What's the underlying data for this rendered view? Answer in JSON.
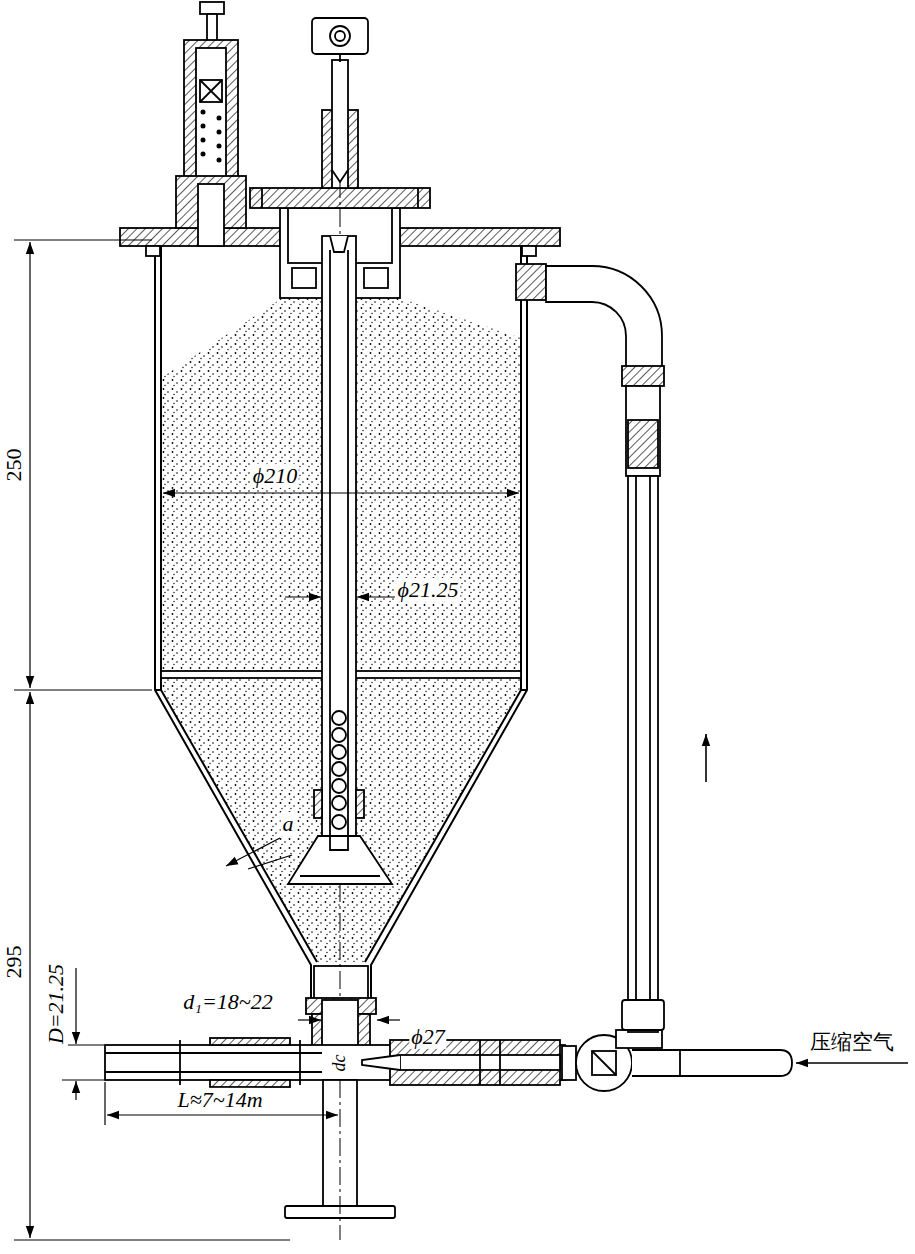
{
  "diagram": {
    "labels": [
      "250",
      "295",
      "ϕ210",
      "ϕ21.25",
      "a",
      "d₁=18~22",
      "ϕ27",
      "D=21.25",
      "dc",
      "L≈7~14m",
      "压缩空气"
    ]
  }
}
